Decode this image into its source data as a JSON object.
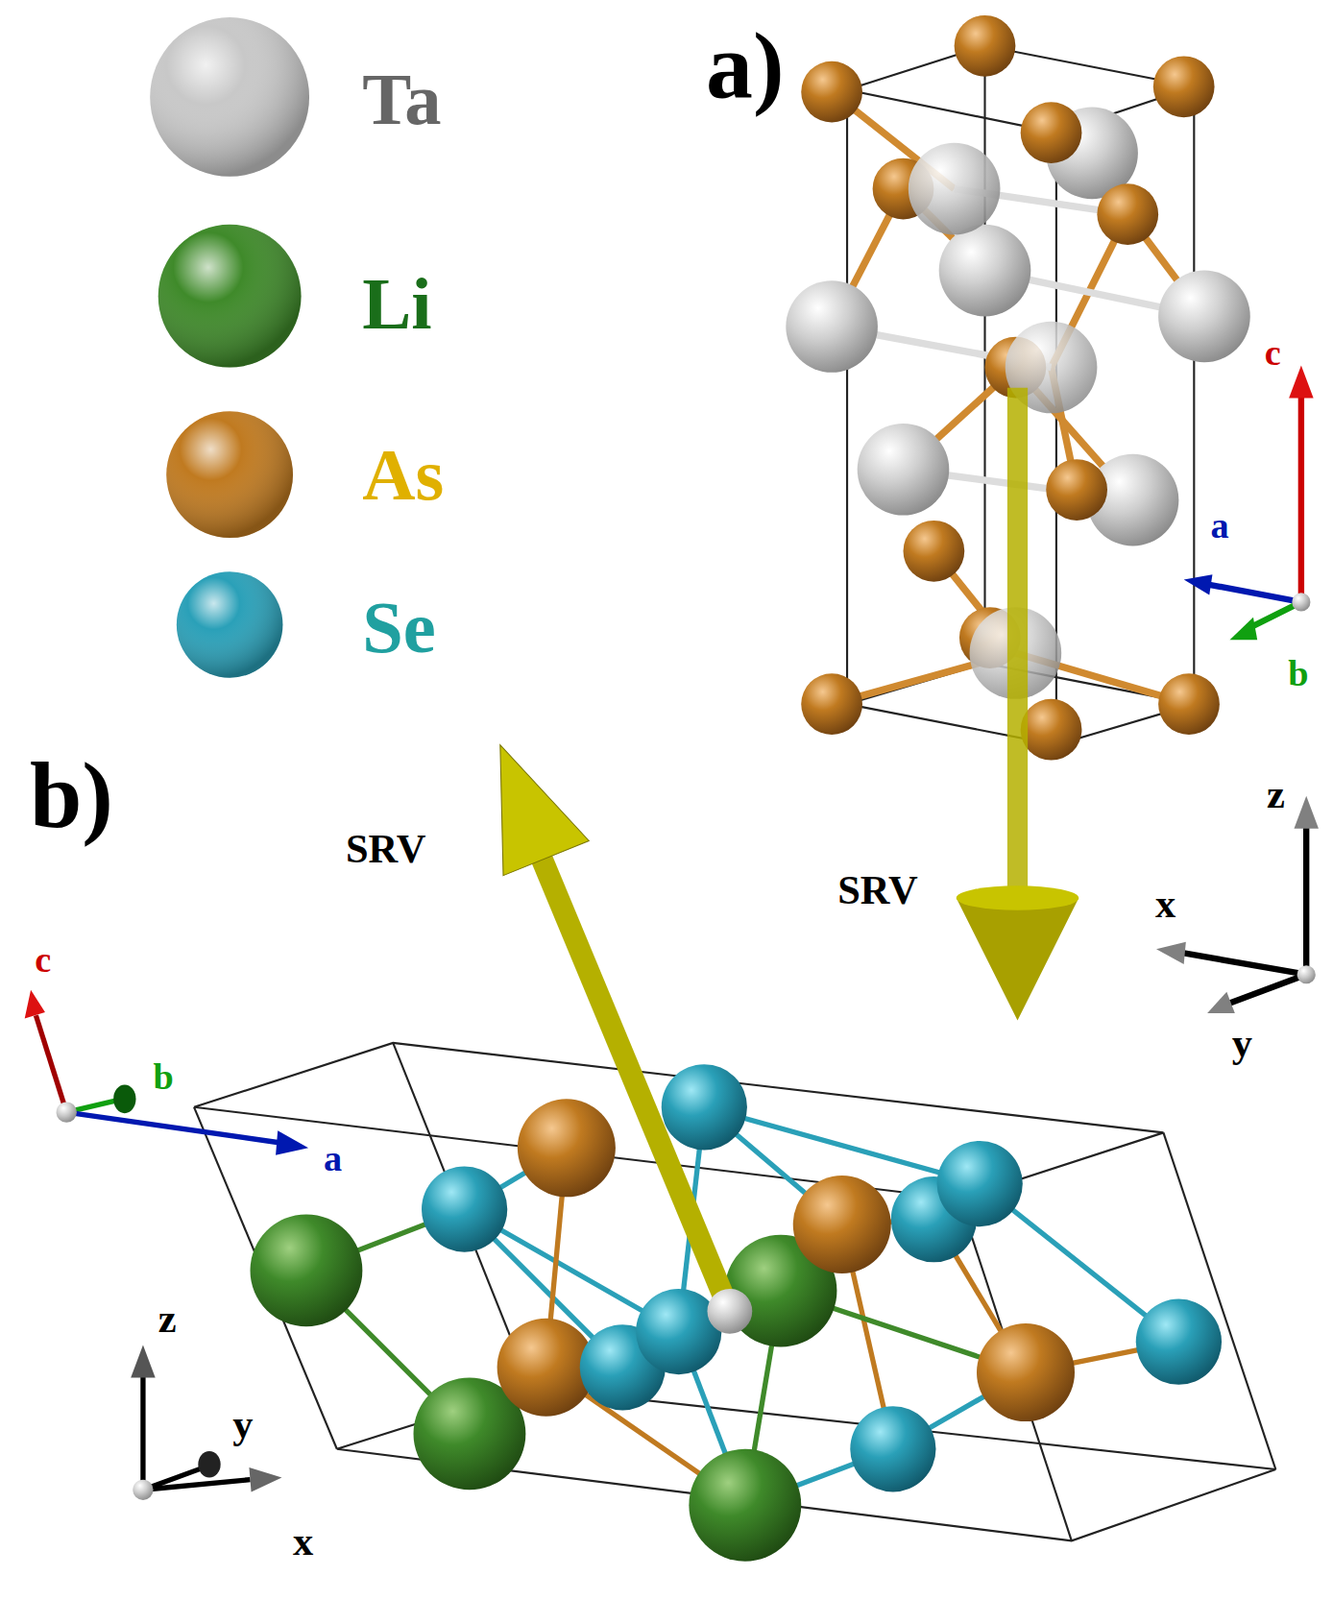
{
  "diagram": {
    "labels": [
      "a)",
      "SRV",
      "c",
      "a",
      "b",
      "z",
      "x",
      "y",
      "b)",
      "SRV",
      "c",
      "b",
      "a",
      "z",
      "y",
      "x"
    ],
    "legend": [
      {
        "text": "Ta",
        "color": "#c8c8c8"
      },
      {
        "text": "Li",
        "color": "#3f8a2a"
      },
      {
        "text": "As",
        "color": "#c07a20"
      },
      {
        "text": "Se",
        "color": "#2aa0b8"
      }
    ]
  }
}
